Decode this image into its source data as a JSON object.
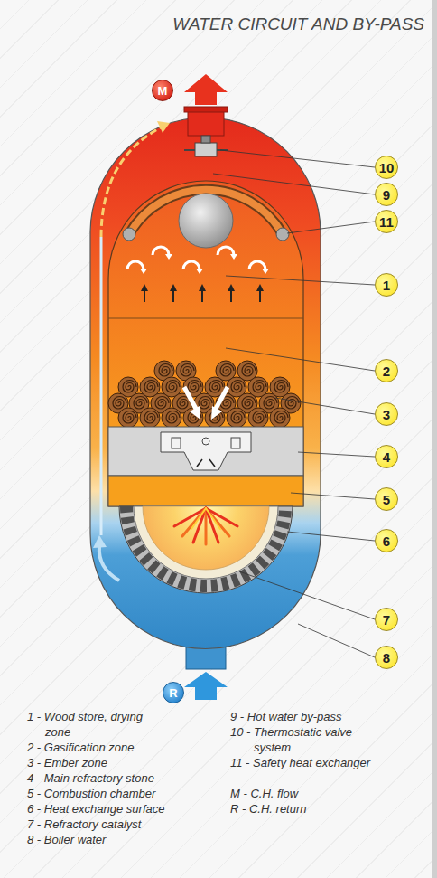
{
  "diagram": {
    "title": "WATER CIRCUIT AND BY-PASS",
    "nodes": [
      {
        "text": [
          "M"
        ]
      },
      {
        "text": [
          "10"
        ]
      },
      {
        "text": [
          "9"
        ]
      },
      {
        "text": [
          "11"
        ]
      },
      {
        "text": [
          "1"
        ]
      },
      {
        "text": [
          "2"
        ]
      },
      {
        "text": [
          "3"
        ]
      },
      {
        "text": [
          "4"
        ]
      },
      {
        "text": [
          "5"
        ]
      },
      {
        "text": [
          "6"
        ]
      },
      {
        "text": [
          "7"
        ]
      },
      {
        "text": [
          "8"
        ]
      },
      {
        "text": [
          "R"
        ]
      }
    ],
    "labels": [
      "1 - Wood store, drying zone",
      "2 - Gasification zone",
      "3 - Ember zone",
      "4 - Main refractory stone",
      "5 - Combustion chamber",
      "6 - Heat exchange surface",
      "7 - Refractory catalyst",
      "8 - Boiler water",
      "9 - Hot water by-pass",
      "10 - Thermostatic valve system",
      "11 - Safety heat exchanger",
      "M - C.H. flow",
      "R - C.H. return"
    ]
  }
}
